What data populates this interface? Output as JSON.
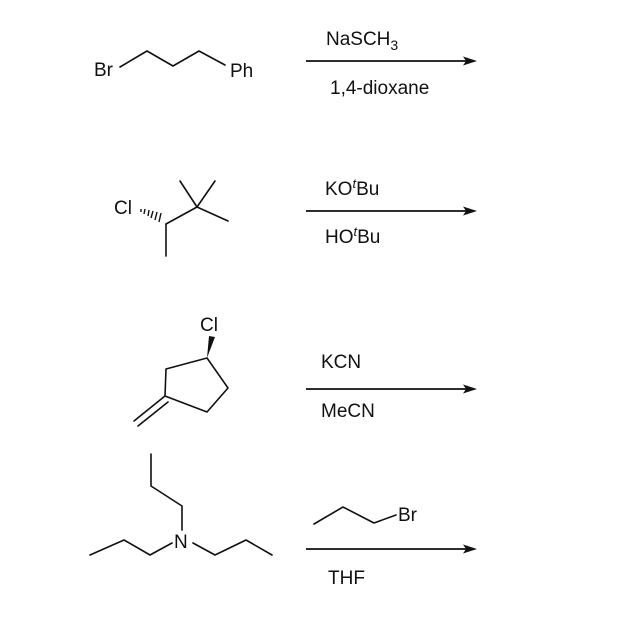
{
  "diagram": {
    "title": "",
    "reactions": [
      {
        "substrate": {
          "name": "1-bromo-3-phenylpropane",
          "atoms": {
            "left": "Br",
            "right": "Ph"
          }
        },
        "reagent_above": {
          "main": "NaSCH",
          "sub": "3"
        },
        "reagent_below": "1,4-dioxane"
      },
      {
        "substrate": {
          "name": "3-chloro-2,2-dimethylbutane (hashed wedge Cl)",
          "atoms": {
            "halogen": "Cl"
          }
        },
        "reagent_above": {
          "pre": "KO",
          "sup": "t",
          "post": "Bu"
        },
        "reagent_below": {
          "pre": "HO",
          "sup": "t",
          "post": "Bu"
        }
      },
      {
        "substrate": {
          "name": "3-chloro-1-methylenecyclopentane (solid wedge Cl)",
          "atoms": {
            "halogen": "Cl"
          }
        },
        "reagent_above": "KCN",
        "reagent_below": "MeCN"
      },
      {
        "substrate": {
          "name": "tripropylamine",
          "atoms": {
            "center": "N"
          }
        },
        "reagent_above": {
          "name": "1-bromopropane",
          "atom": "Br"
        },
        "reagent_below": "THF"
      }
    ],
    "colors": {
      "ink": "#111111",
      "background": "#ffffff"
    }
  }
}
